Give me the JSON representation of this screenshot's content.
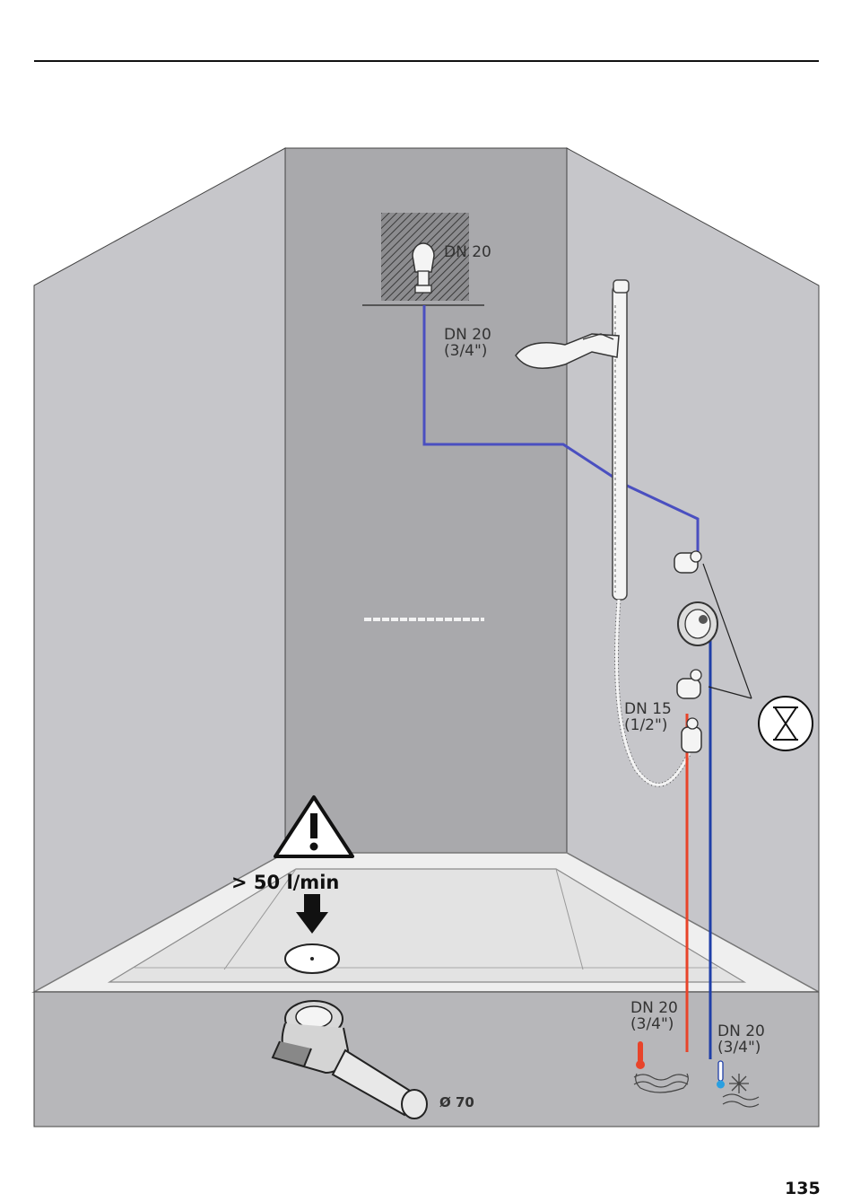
{
  "page_number": "135",
  "labels": {
    "ceiling_connection": "DN 20",
    "ceiling_pipe_line1": "DN 20",
    "ceiling_pipe_line2": "(3/4\")",
    "hand_shower_line1": "DN 15",
    "hand_shower_line2": "(1/2\")",
    "hot_line1": "DN 20",
    "hot_line2": "(3/4\")",
    "cold_line1": "DN 20",
    "cold_line2": "(3/4\")",
    "flow_rate": "> 50 l/min",
    "drain_diameter": "Ø 70"
  },
  "colors": {
    "mixed_pipe": "#4a4fc0",
    "hot_pipe": "#e8442a",
    "cold_pipe": "#1f3fa8",
    "wall_back": "#a9a9ac",
    "wall_side": "#c6c6ca",
    "tray": "#ebebeb",
    "base": "#b7b7ba"
  },
  "icons": [
    "warning-icon",
    "down-arrow-icon",
    "drain-cover-icon",
    "drain-trap-icon",
    "hot-water-icon",
    "cold-water-icon",
    "hourglass-icon",
    "overhead-shower-icon",
    "hand-shower-icon"
  ]
}
